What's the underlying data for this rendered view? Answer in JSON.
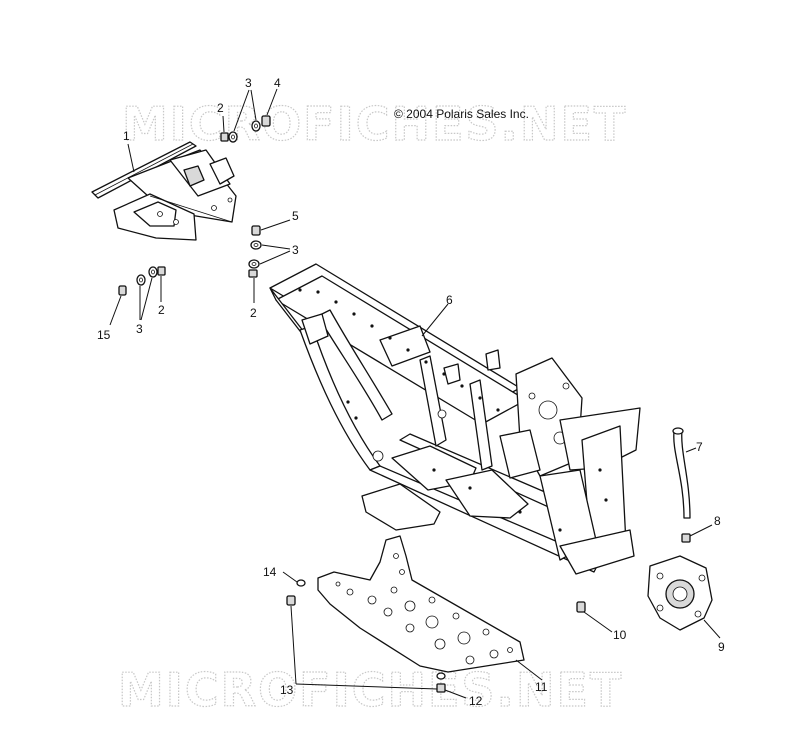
{
  "copyright": "© 2004 Polaris Sales Inc.",
  "watermark": {
    "top": "MICROFICHES.NET",
    "bottom": "MICROFICHES.NET"
  },
  "callouts": {
    "c1": "1",
    "c2a": "2",
    "c3a": "3",
    "c4": "4",
    "c5": "5",
    "c3b": "3",
    "c2b": "2",
    "c2c": "2",
    "c3c": "3",
    "c15": "15",
    "c6": "6",
    "c7": "7",
    "c8": "8",
    "c9": "9",
    "c10": "10",
    "c11": "11",
    "c12": "12",
    "c13": "13",
    "c14": "14"
  }
}
